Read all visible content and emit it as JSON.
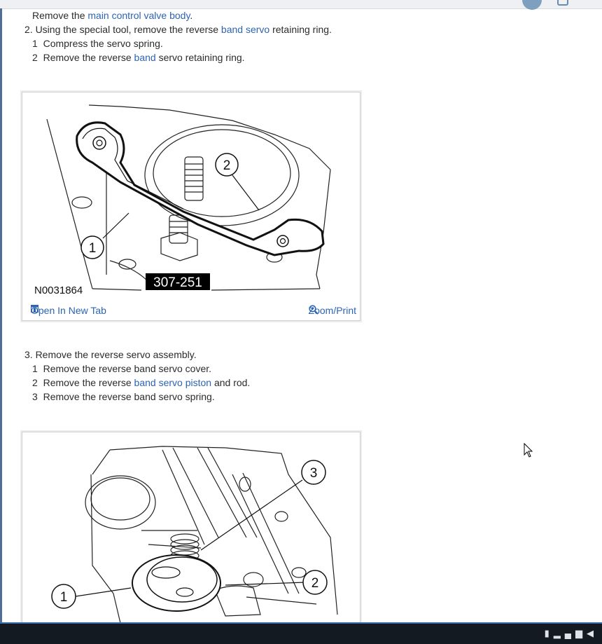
{
  "steps": {
    "intro": {
      "pre": "Remove the ",
      "link": "main control valve body",
      "post": "."
    },
    "step2": {
      "main": {
        "pre": "2. Using the special tool, remove the reverse ",
        "link": "band servo",
        "post": " retaining ring."
      },
      "sub1": {
        "num": "1",
        "text": "Compress the servo spring."
      },
      "sub2": {
        "num": "2",
        "pre": "Remove the reverse ",
        "link": "band",
        "post": " servo retaining ring."
      }
    },
    "step3": {
      "main": "3. Remove the reverse servo assembly.",
      "sub1": {
        "num": "1",
        "text": "Remove the reverse band servo cover."
      },
      "sub2": {
        "num": "2",
        "pre": "Remove the reverse ",
        "link": "band servo piston",
        "post": " and rod."
      },
      "sub3": {
        "num": "3",
        "text": "Remove the reverse band servo spring."
      }
    }
  },
  "figure1": {
    "callouts": [
      "1",
      "2"
    ],
    "tool_label": "307-251",
    "figure_id": "N0031864",
    "open_label": "Open In New Tab",
    "zoom_label": "Zoom/Print"
  },
  "figure2": {
    "callouts": [
      "1",
      "2",
      "3"
    ]
  },
  "icons": {
    "open": "new-tab-icon",
    "zoom": "magnifier-icon",
    "cursor": "mouse-pointer-icon"
  },
  "colors": {
    "link": "#2d64b3",
    "taskbar": "#141a21",
    "accent": "#3a6fae"
  }
}
